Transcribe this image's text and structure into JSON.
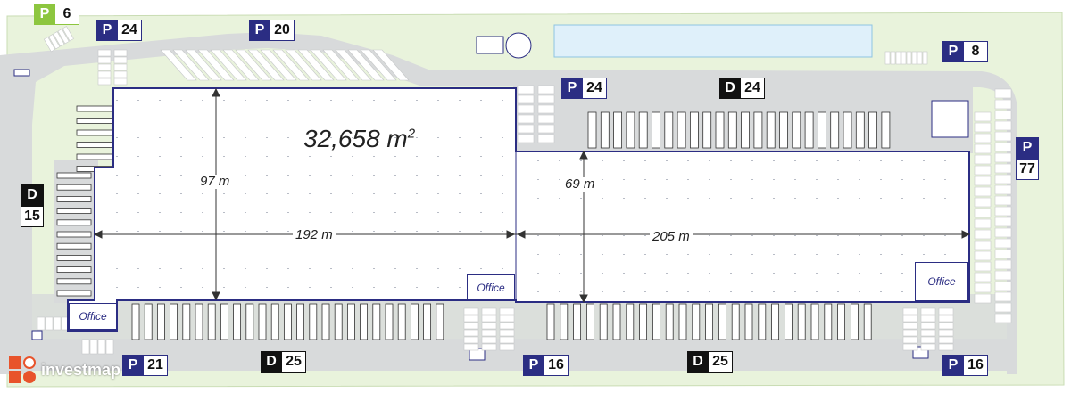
{
  "colors": {
    "parking": "#2b2d83",
    "docks": "#111111",
    "green_parking": "#8dc63f",
    "building_outline": "#2b2d83",
    "grass": "#e9f3dc",
    "road": "#d8dadb",
    "water": "#dff0fa"
  },
  "building": {
    "area_value": "32,658 m",
    "area_exp": "2"
  },
  "dimensions": {
    "height_left": "97 m",
    "width_left": "192 m",
    "height_right": "69 m",
    "width_right": "205 m"
  },
  "offices": {
    "bottom_left": "Office",
    "middle": "Office",
    "right": "Office"
  },
  "parking": {
    "green_top_left": {
      "letter": "P",
      "count": "6"
    },
    "top_left": {
      "letter": "P",
      "count": "24"
    },
    "top_middle": {
      "letter": "P",
      "count": "20"
    },
    "top_right": {
      "letter": "P",
      "count": "8"
    },
    "upper_center": {
      "letter": "P",
      "count": "24"
    },
    "right_side": {
      "letter": "P",
      "count": "77"
    },
    "bottom_left": {
      "letter": "P",
      "count": "21"
    },
    "bottom_center": {
      "letter": "P",
      "count": "16"
    },
    "bottom_right": {
      "letter": "P",
      "count": "16"
    }
  },
  "docks": {
    "upper_center": {
      "letter": "D",
      "count": "24"
    },
    "left_side": {
      "letter": "D",
      "count": "15"
    },
    "bottom_left": {
      "letter": "D",
      "count": "25"
    },
    "bottom_right": {
      "letter": "D",
      "count": "25"
    }
  },
  "logo": {
    "name": "investmap",
    "icon": "investmap-logo-icon"
  }
}
